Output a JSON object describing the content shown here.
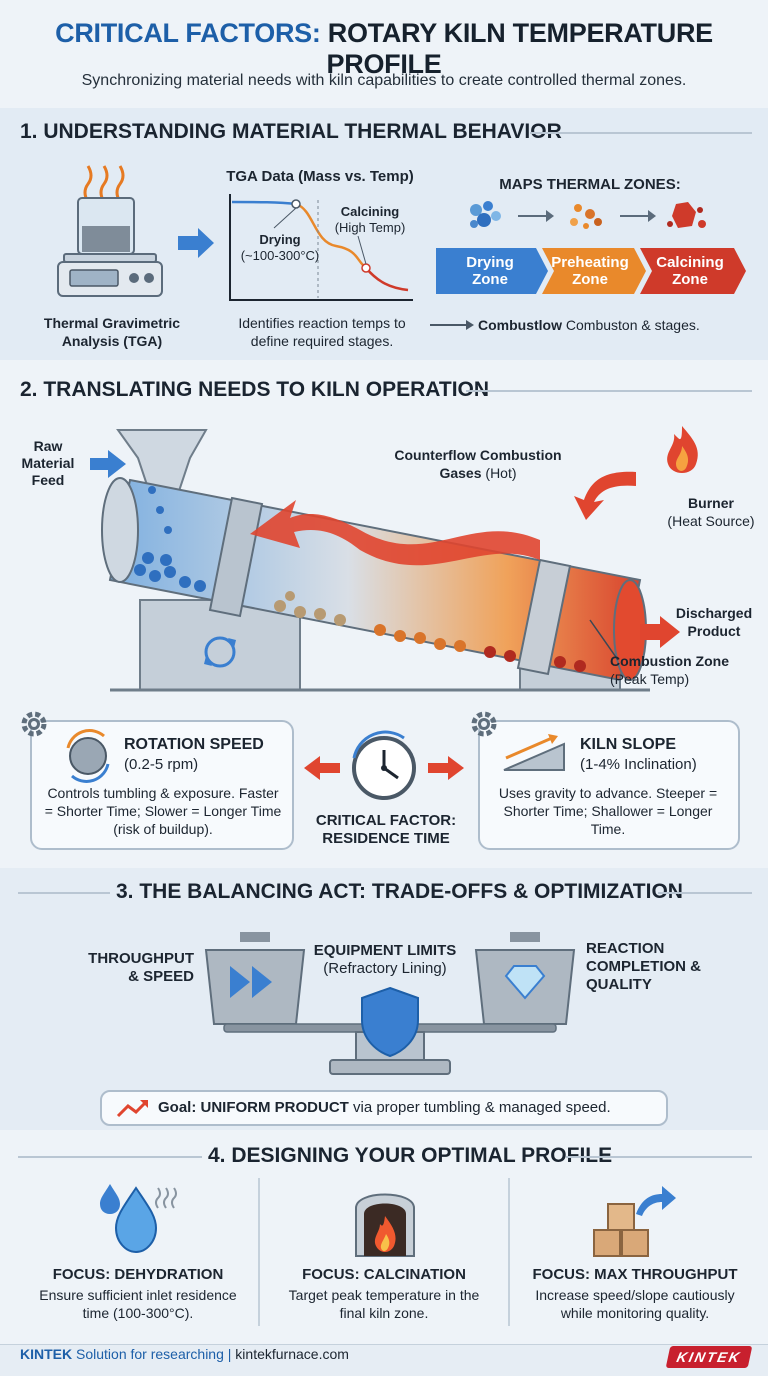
{
  "header": {
    "title_accent": "CRITICAL FACTORS:",
    "title_main": "ROTARY KILN TEMPERATURE PROFILE",
    "subtitle": "Synchronizing material needs with kiln capabilities to create controlled thermal zones."
  },
  "section1": {
    "title": "1. UNDERSTANDING MATERIAL THERMAL BEHAVIOR",
    "tga_label": "Thermal Gravimetric Analysis (TGA)",
    "chart_title": "TGA Data (Mass vs. Temp)",
    "drying_label": "Drying",
    "drying_range": "(~100-300°C)",
    "calcining_label": "Calcining",
    "calcining_sub": "(High Temp)",
    "identifies_text": "Identifies reaction temps to define required stages.",
    "maps_title": "MAPS THERMAL ZONES:",
    "zones": [
      {
        "line1": "Drying",
        "line2": "Zone",
        "color": "#3a7fd0"
      },
      {
        "line1": "Preheating",
        "line2": "Zone",
        "color": "#e9892b"
      },
      {
        "line1": "Calcining",
        "line2": "Zone",
        "color": "#cf3a2a"
      }
    ],
    "combust_bold": "Combustlow",
    "combust_rest": "Combuston & stages."
  },
  "section2": {
    "title": "2. TRANSLATING NEEDS TO KILN OPERATION",
    "raw_feed": "Raw Material Feed",
    "counterflow_bold": "Counterflow Combustion Gases",
    "counterflow_rest": "(Hot)",
    "burner_bold": "Burner",
    "burner_rest": "(Heat Source)",
    "discharged": "Discharged Product",
    "combustion_zone_bold": "Combustion Zone",
    "combustion_zone_rest": "(Peak Temp)",
    "rotation_title": "ROTATION SPEED",
    "rotation_range": "(0.2-5 rpm)",
    "rotation_desc": "Controls tumbling & exposure. Faster = Shorter Time; Slower = Longer Time (risk of buildup).",
    "critical_line1": "CRITICAL FACTOR:",
    "critical_line2": "RESIDENCE TIME",
    "slope_title": "KILN SLOPE",
    "slope_range": "(1-4% Inclination)",
    "slope_desc": "Uses gravity to advance. Steeper = Shorter Time; Shallower = Longer Time."
  },
  "section3": {
    "title": "3. THE BALANCING ACT: TRADE-OFFS & OPTIMIZATION",
    "throughput": "THROUGHPUT & SPEED",
    "equipment_bold": "EQUIPMENT LIMITS",
    "equipment_rest": "(Refractory Lining)",
    "reaction": "REACTION COMPLETION & QUALITY",
    "goal_bold": "Goal: UNIFORM PRODUCT",
    "goal_rest": "via proper tumbling & managed speed."
  },
  "section4": {
    "title": "4. DESIGNING YOUR OPTIMAL PROFILE",
    "cols": [
      {
        "title": "FOCUS: DEHYDRATION",
        "desc": "Ensure sufficient inlet residence time (100-300°C)."
      },
      {
        "title": "FOCUS: CALCINATION",
        "desc": "Target peak temperature in the final kiln zone."
      },
      {
        "title": "FOCUS: MAX THROUGHPUT",
        "desc": "Increase speed/slope cautiously while monitoring quality."
      }
    ]
  },
  "footer": {
    "brand_bold": "KINTEK",
    "brand_rest": "Solution for researching |",
    "site": "kintekfurnace.com",
    "logo": "KINTEK"
  }
}
